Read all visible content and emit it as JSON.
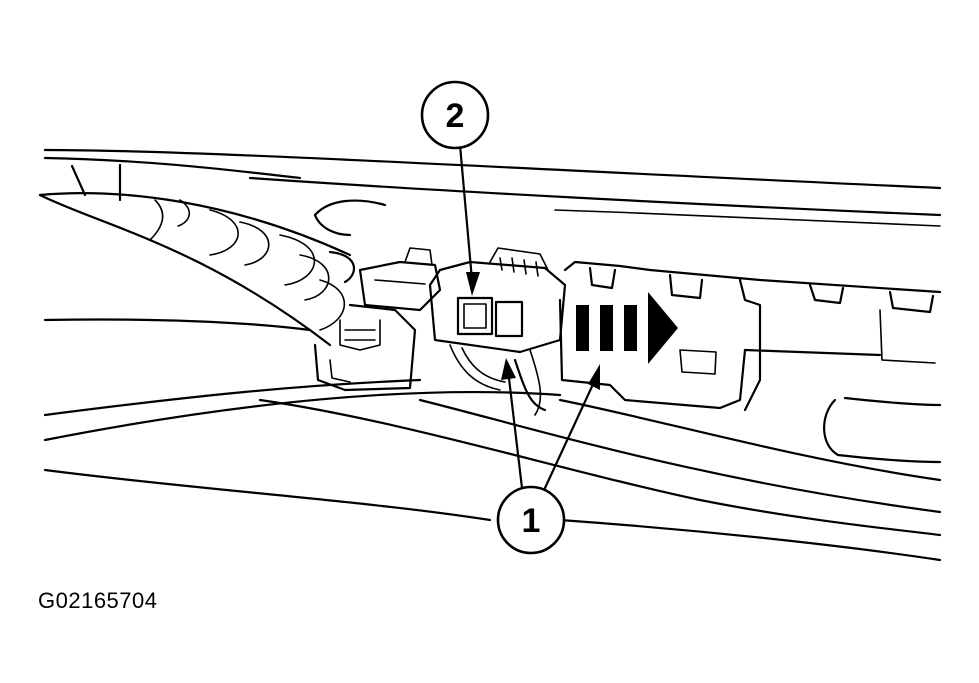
{
  "figure_code": "G02165704",
  "callouts": [
    {
      "number": "2"
    },
    {
      "number": "1"
    }
  ],
  "icons": [
    "motion-direction-arrow-icon"
  ],
  "colors": {
    "ink": "#000000",
    "paper": "#ffffff"
  }
}
